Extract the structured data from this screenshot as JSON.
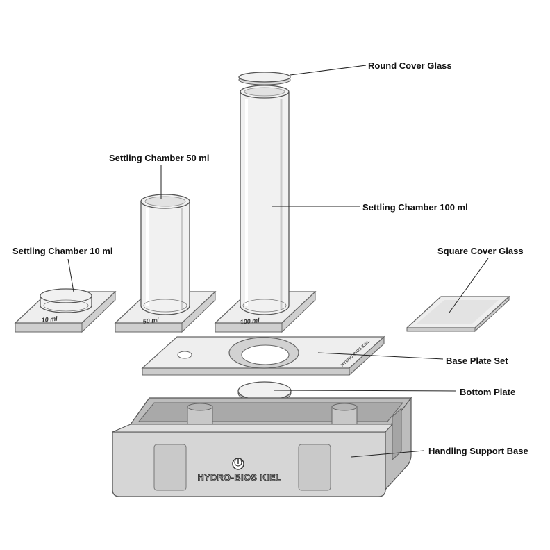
{
  "labels": {
    "round_cover_glass": "Round Cover Glass",
    "settling_chamber_50": "Settling Chamber 50 ml",
    "settling_chamber_100": "Settling Chamber 100 ml",
    "settling_chamber_10": "Settling Chamber 10 ml",
    "square_cover_glass": "Square Cover Glass",
    "base_plate_set": "Base Plate Set",
    "bottom_plate": "Bottom Plate",
    "handling_support_base": "Handling Support Base"
  },
  "plate_marks": {
    "ten": "10 ml",
    "fifty": "50 ml",
    "hundred": "100 ml"
  },
  "brand": {
    "text": "HYDRO-BIOS KIEL",
    "plate_text": "HYDRO-BIOS KIEL"
  },
  "colors": {
    "glass_fill": "#f1f1f1",
    "outline": "#555555",
    "base_fill": "#d6d6d6"
  }
}
